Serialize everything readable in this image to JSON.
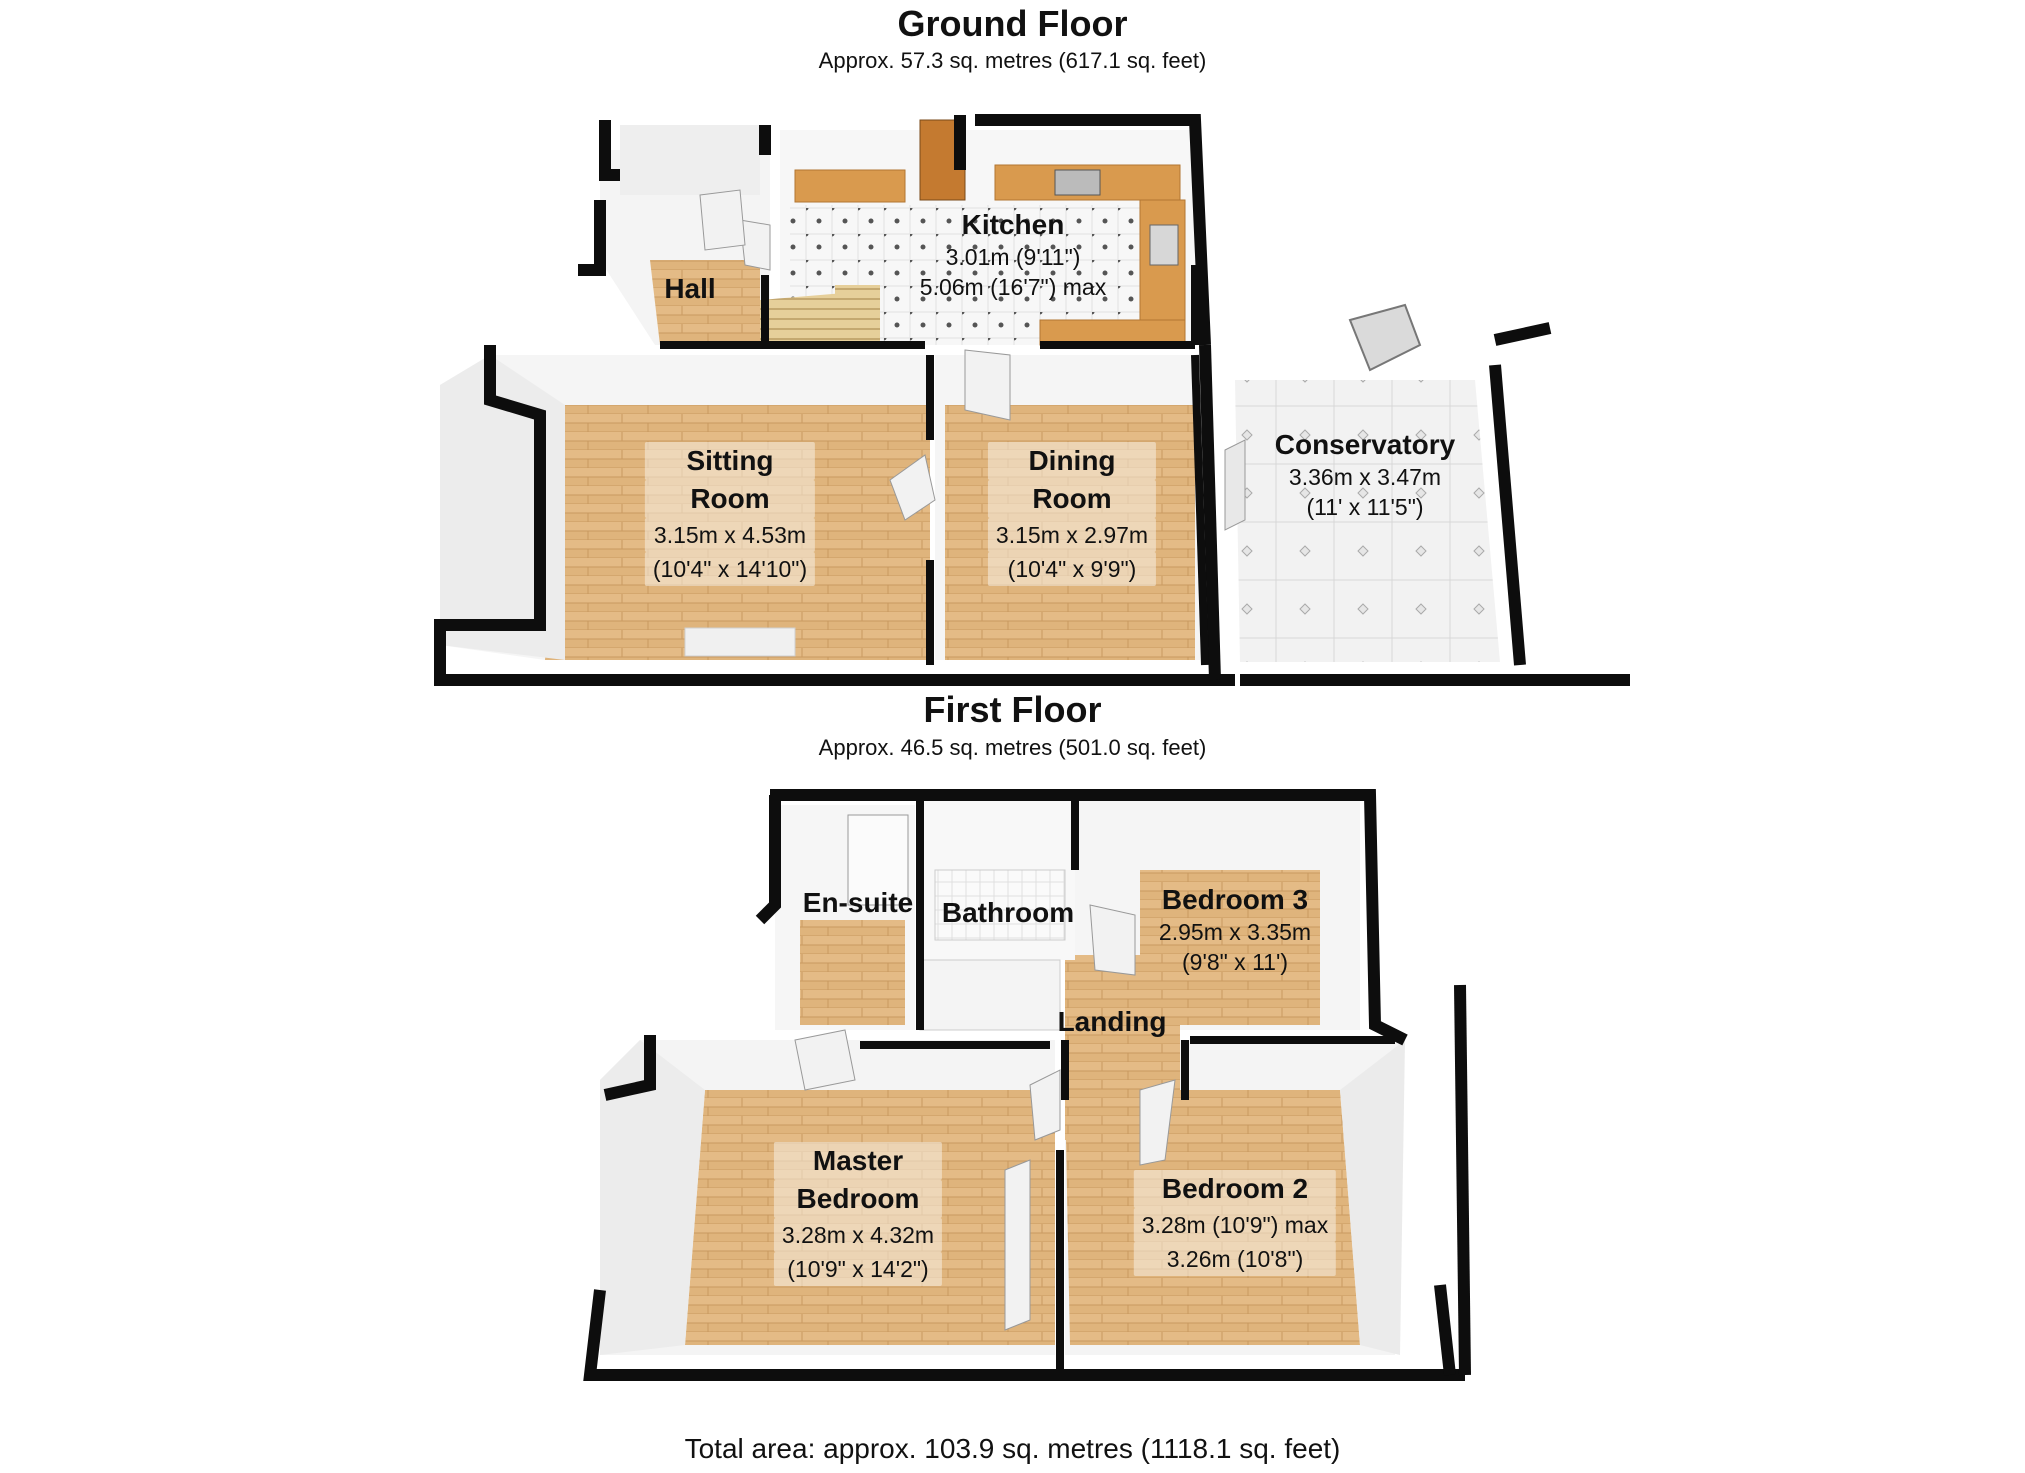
{
  "ground_floor": {
    "title": "Ground Floor",
    "area": "Approx.  57.3 sq. metres (617.1 sq. feet)",
    "rooms": {
      "kitchen": {
        "name": "Kitchen",
        "dim1": "3.01m (9'11\")",
        "dim2": "5.06m (16'7\") max"
      },
      "hall": {
        "name": "Hall"
      },
      "sitting_room": {
        "name1": "Sitting",
        "name2": "Room",
        "dim1": "3.15m x 4.53m",
        "dim2": "(10'4\" x 14'10\")"
      },
      "dining_room": {
        "name1": "Dining",
        "name2": "Room",
        "dim1": "3.15m x 2.97m",
        "dim2": "(10'4\" x 9'9\")"
      },
      "conservatory": {
        "name": "Conservatory",
        "dim1": "3.36m x 3.47m",
        "dim2": "(11' x 11'5\")"
      }
    }
  },
  "first_floor": {
    "title": "First Floor",
    "area": "Approx.  46.5 sq. metres (501.0 sq. feet)",
    "rooms": {
      "en_suite": {
        "name": "En-suite"
      },
      "bathroom": {
        "name": "Bathroom"
      },
      "bedroom_3": {
        "name": "Bedroom 3",
        "dim1": "2.95m x 3.35m",
        "dim2": "(9'8\" x 11')"
      },
      "landing": {
        "name": "Landing"
      },
      "master_bedroom": {
        "name1": "Master",
        "name2": "Bedroom",
        "dim1": "3.28m x 4.32m",
        "dim2": "(10'9\" x 14'2\")"
      },
      "bedroom_2": {
        "name": "Bedroom 2",
        "dim1": "3.28m (10'9\") max",
        "dim2": "3.26m (10'8\")"
      }
    }
  },
  "total_area": "Total area: approx. 103.9 sq. metres (1118.1 sq. feet)",
  "colors": {
    "wall": "#0d0d0d",
    "wall_inner": "#f4f4f4",
    "wood_floor": "#dfb47c",
    "tile_floor": "#f1f1f1",
    "worktop": "#d99a4e"
  }
}
